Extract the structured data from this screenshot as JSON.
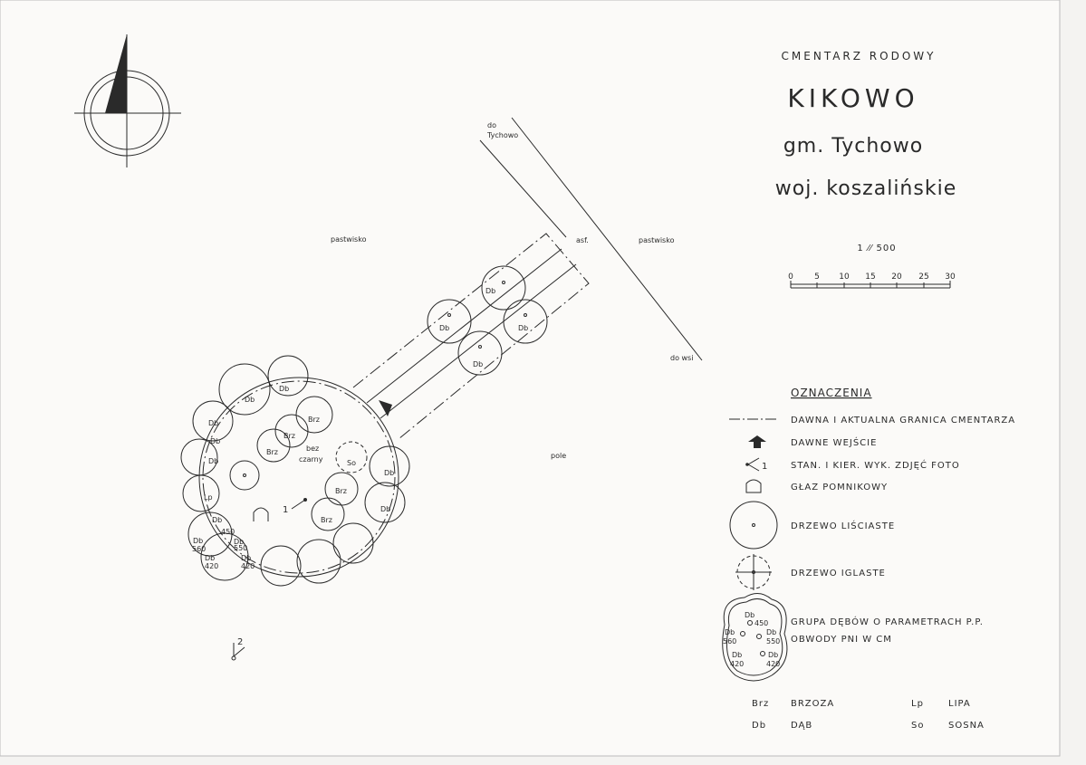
{
  "header": {
    "subtitle": "CMENTARZ RODOWY",
    "place": "KIKOWO",
    "gmina": "gm. Tychowo",
    "wojewodztwo": "woj. koszalińskie"
  },
  "scale": {
    "ratio": "1 ⁄⁄ 500",
    "ticks": [
      "0",
      "5",
      "10",
      "15",
      "20",
      "25",
      "30"
    ]
  },
  "map_labels": {
    "road_to": "do\nTychowo",
    "road_to_line1": "do",
    "road_to_line2": "Tychowo",
    "pasture_left": "pastwisko",
    "pasture_right": "pastwisko",
    "asphalt": "asf.",
    "to_village": "do wsi",
    "field": "pole",
    "elder": "bez\nczarny",
    "elder_line1": "bez",
    "elder_line2": "czarny",
    "photo1": "1",
    "photo2": "2"
  },
  "legend": {
    "title": "OZNACZENIA",
    "items": [
      "DAWNA I AKTUALNA GRANICA CMENTARZA",
      "DAWNE WEJŚCIE",
      "STAN. I KIER. WYK. ZDJĘĆ FOTO",
      "GŁAZ POMNIKOWY",
      "DRZEWO LIŚCIASTE",
      "DRZEWO IGLASTE",
      "GRUPA DĘBÓW O PARAMETRACH P.P.",
      "OBWODY PNI W CM"
    ],
    "photo_num": "1",
    "abbrev": [
      {
        "code": "Brz",
        "name": "BRZOZA"
      },
      {
        "code": "Lp",
        "name": "LIPA"
      },
      {
        "code": "Db",
        "name": "DĄB"
      },
      {
        "code": "So",
        "name": "SOSNA"
      }
    ],
    "group_sample": [
      "Db",
      "450",
      "Db",
      "560",
      "Db",
      "550",
      "Db",
      "420",
      "Db",
      "420"
    ]
  },
  "tree_labels": {
    "db": "Db",
    "brz": "Brz",
    "lp": "Lp",
    "so": "So",
    "c450": "450",
    "c560": "560",
    "c550": "550",
    "c420": "420"
  }
}
